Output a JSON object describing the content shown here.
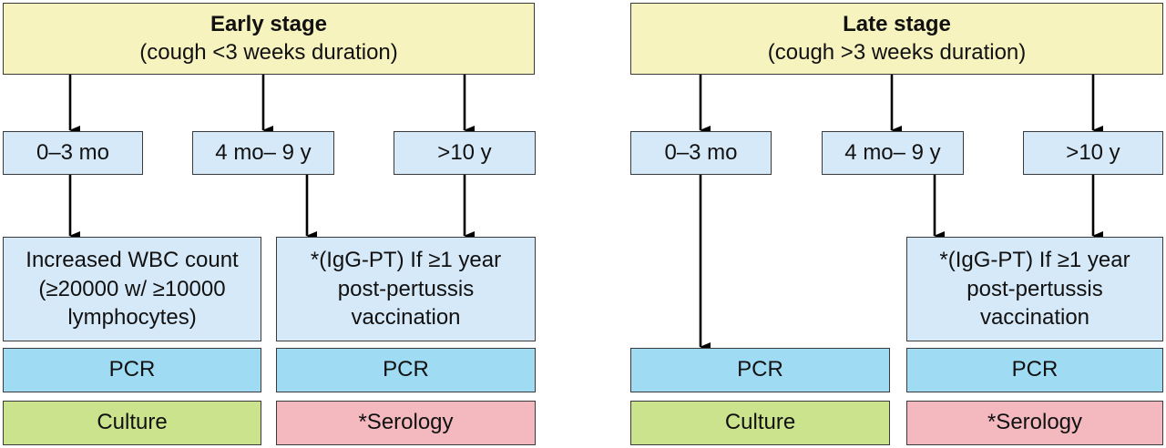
{
  "early": {
    "title": "Early stage",
    "subtitle": "(cough <3 weeks duration)",
    "ages": [
      "0–3 mo",
      "4 mo– 9 y",
      ">10 y"
    ],
    "wbc_lines": [
      "Increased WBC count",
      "(≥20000 w/ ≥10000",
      "lymphocytes)"
    ],
    "igg_lines": [
      "*(IgG-PT) If ≥1 year",
      "post-pertussis",
      "vaccination"
    ],
    "pcr_left": "PCR",
    "pcr_right": "PCR",
    "culture": "Culture",
    "serology": "*Serology"
  },
  "late": {
    "title": "Late stage",
    "subtitle": "(cough >3 weeks duration)",
    "ages": [
      "0–3 mo",
      "4 mo– 9 y",
      ">10 y"
    ],
    "igg_lines": [
      "*(IgG-PT) If ≥1 year",
      "post-pertussis",
      "vaccination"
    ],
    "pcr_left": "PCR",
    "pcr_right": "PCR",
    "culture": "Culture",
    "serology": "*Serology"
  },
  "colors": {
    "stage_fill": "#f7f3be",
    "box_fill": "#d6e9f8",
    "pcr_fill": "#9fdcf3",
    "culture_fill": "#cbe38c",
    "serology_fill": "#f3b9bf"
  }
}
